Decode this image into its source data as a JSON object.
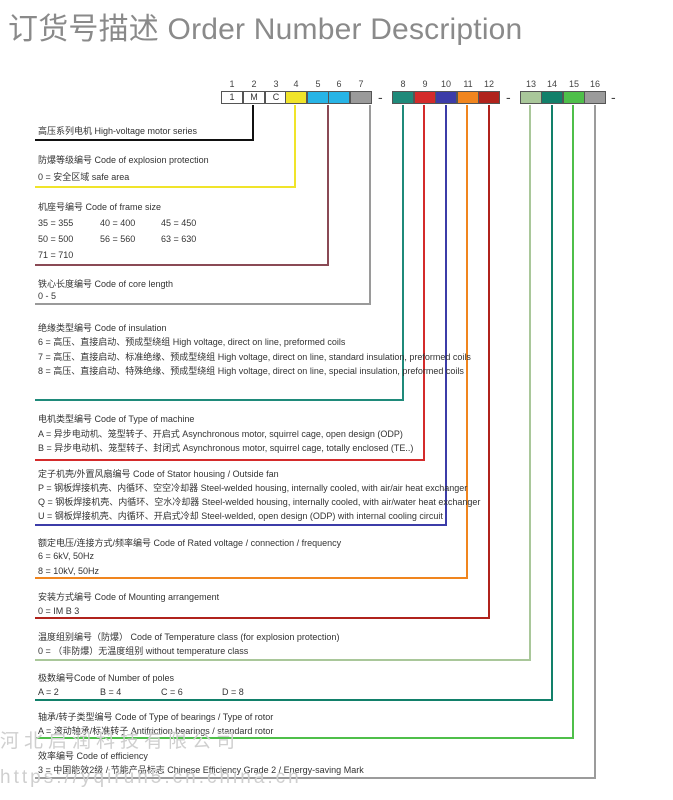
{
  "title": "订货号描述 Order Number Description",
  "code": {
    "positions": [
      "1",
      "2",
      "3",
      "4",
      "5",
      "6",
      "7",
      "8",
      "9",
      "10",
      "11",
      "12",
      "13",
      "14",
      "15",
      "16"
    ],
    "fixed": [
      "1",
      "M",
      "C"
    ],
    "dash": "-"
  },
  "colors": {
    "black": "#111111",
    "yellow": "#f0e42a",
    "cyan": "#27b4e6",
    "wine": "#8a4a55",
    "gray": "#9a9a9a",
    "teal": "#1f8a7a",
    "red": "#d42b2b",
    "indigo": "#3c3ca8",
    "orange": "#f0851e",
    "darkred": "#b0231c",
    "olive": "#a9c79a",
    "dkgreen": "#12806a",
    "green": "#4fbf4a",
    "silver": "#9b9b9b"
  },
  "sections": {
    "s1": {
      "heading": "高压系列电机 High-voltage motor series"
    },
    "s2": {
      "heading": "防爆等级编号 Code of explosion protection",
      "l1": "0 = 安全区域 safe area"
    },
    "s3": {
      "heading": "机座号编号      Code of frame size",
      "r1": [
        "35 = 355",
        "40 = 400",
        "45 = 450"
      ],
      "r2": [
        "50 = 500",
        "56 = 560",
        "63 = 630"
      ],
      "r3": "71 = 710"
    },
    "s4": {
      "heading": "铁心长度编号    Code of core length",
      "l1": "0 - 5"
    },
    "s5": {
      "heading": "绝缘类型编号      Code of insulation",
      "l1": "6 = 高压、直接启动、预成型绕组 High voltage, direct on line, preformed coils",
      "l2": "7 = 高压、直接启动、标准绝缘、预成型绕组 High voltage, direct on line, standard insulation, preformed coils",
      "l3": "8 = 高压、直接启动、特殊绝缘、预成型绕组 High voltage, direct on line, special insulation, preformed coils"
    },
    "s6": {
      "heading": "电机类型编号     Code of Type of machine",
      "l1": "A = 异步电动机、笼型转子、开启式 Asynchronous motor, squirrel cage, open design (ODP)",
      "l2": "B = 异步电动机、笼型转子、封闭式 Asynchronous motor, squirrel cage, totally enclosed (TE..)"
    },
    "s7": {
      "heading": "定子机壳/外置风扇编号      Code of Stator housing / Outside fan",
      "l1": "P = 钢板焊接机壳、内循环、空空冷却器 Steel-welded housing, internally cooled, with air/air heat exchanger",
      "l2": "Q = 钢板焊接机壳、内循环、空水冷却器 Steel-welded housing, internally cooled, with air/water heat exchanger",
      "l3": "U = 钢板焊接机壳、内循环、开启式冷却 Steel-welded, open design (ODP) with internal cooling circuit"
    },
    "s8": {
      "heading": "额定电压/连接方式/频率编号      Code of Rated voltage / connection / frequency",
      "l1": "6 = 6kV, 50Hz",
      "l2": "8 = 10kV, 50Hz"
    },
    "s9": {
      "heading": "安装方式编号        Code of Mounting arrangement",
      "l1": "0 = IM B 3"
    },
    "s10": {
      "heading": "温度组别编号（防爆）        Code of Temperature class (for explosion protection)",
      "l1": "0 = （非防爆）无温度组别 without temperature class"
    },
    "s11": {
      "heading": "极数编号Code of Number of poles",
      "r1": [
        "A = 2",
        "B = 4",
        "C = 6",
        "D = 8"
      ]
    },
    "s12": {
      "heading": "轴承/转子类型编号      Code of Type of bearings / Type of rotor",
      "l1": "A = 滚动轴承/标准转子 Antifriction bearings / standard rotor"
    },
    "s13": {
      "heading": "效率编号      Code of efficiency",
      "l1": "3 = 中国能效2级 / 节能产品标志 Chinese Efficiency Grade 2 / Energy-saving Mark"
    }
  },
  "watermark": {
    "line1": "河北启润科技有限公司",
    "line2": "https://yqirun5.cn.china.cn"
  }
}
